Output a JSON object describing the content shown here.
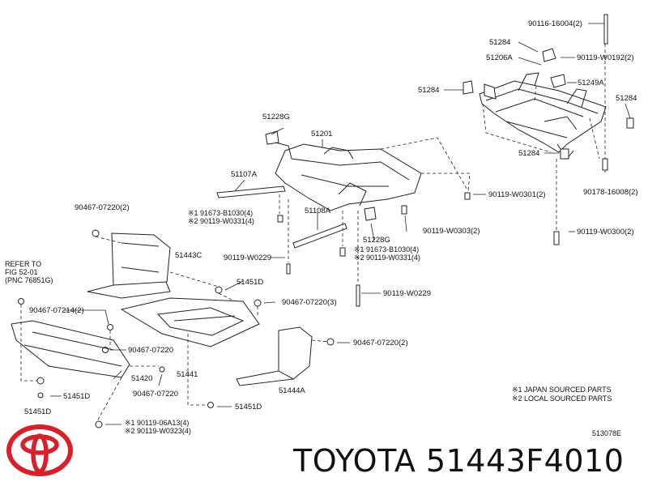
{
  "labels": {
    "p90116_16004": "90116-16004(2)",
    "p51284_a": "51284",
    "p51206a": "51206A",
    "p90119_w0192": "90119-W0192(2)",
    "p51284_b": "51284",
    "p51249a": "51249A",
    "p51284_c": "51284",
    "p51228g_top": "51228G",
    "p51201": "51201",
    "p51107a": "51107A",
    "p51284_d": "51284",
    "p90178_16008": "90178-16008(2)",
    "p90119_w0301": "90119-W0301(2)",
    "p90467_07220_a": "90467-07220(2)",
    "p51108a": "51108A",
    "p90119_w0303": "90119-W0303(2)",
    "p90119_w0300": "90119-W0300(2)",
    "p51228g_bottom": "51228G",
    "p51443c": "51443C",
    "p90119_w0229_a": "90119-W0229",
    "p51451d_a": "51451D",
    "p90467_07220_b": "90467-07220(3)",
    "p90119_w0229_b": "90119-W0229",
    "p90467_07214": "90467-07214(2)",
    "p90467_07220_c": "90467-07220(2)",
    "p90467_07220_d": "90467-07220",
    "p51420": "51420",
    "p51441": "51441",
    "p51444a": "51444A",
    "p51451d_b": "51451D",
    "p90467_07220_e": "90467-07220",
    "p51451d_c": "51451D",
    "p51451d_d": "51451D"
  },
  "notes": {
    "left_group": "※1 91673-B1030(4)\n※2 90119-W0331(4)",
    "right_group": "※1 91673-B1030(4)\n※2 90119-W0331(4)",
    "bottom_group": "※1 90119-06A13(4)\n※2 90119-W0323(4)"
  },
  "refer": {
    "line1": "REFER TO",
    "line2": "FIG 52-01",
    "line3": "(PNC 76851G)"
  },
  "legend": {
    "line1": "※1 JAPAN SOURCED PARTS",
    "line2": "※2 LOCAL SOURCED PARTS"
  },
  "diagram_code": "513078E",
  "caption": "TOYOTA 51443F4010",
  "brand": {
    "logo": "toyota-logo",
    "logo_color": "#d8202a"
  }
}
